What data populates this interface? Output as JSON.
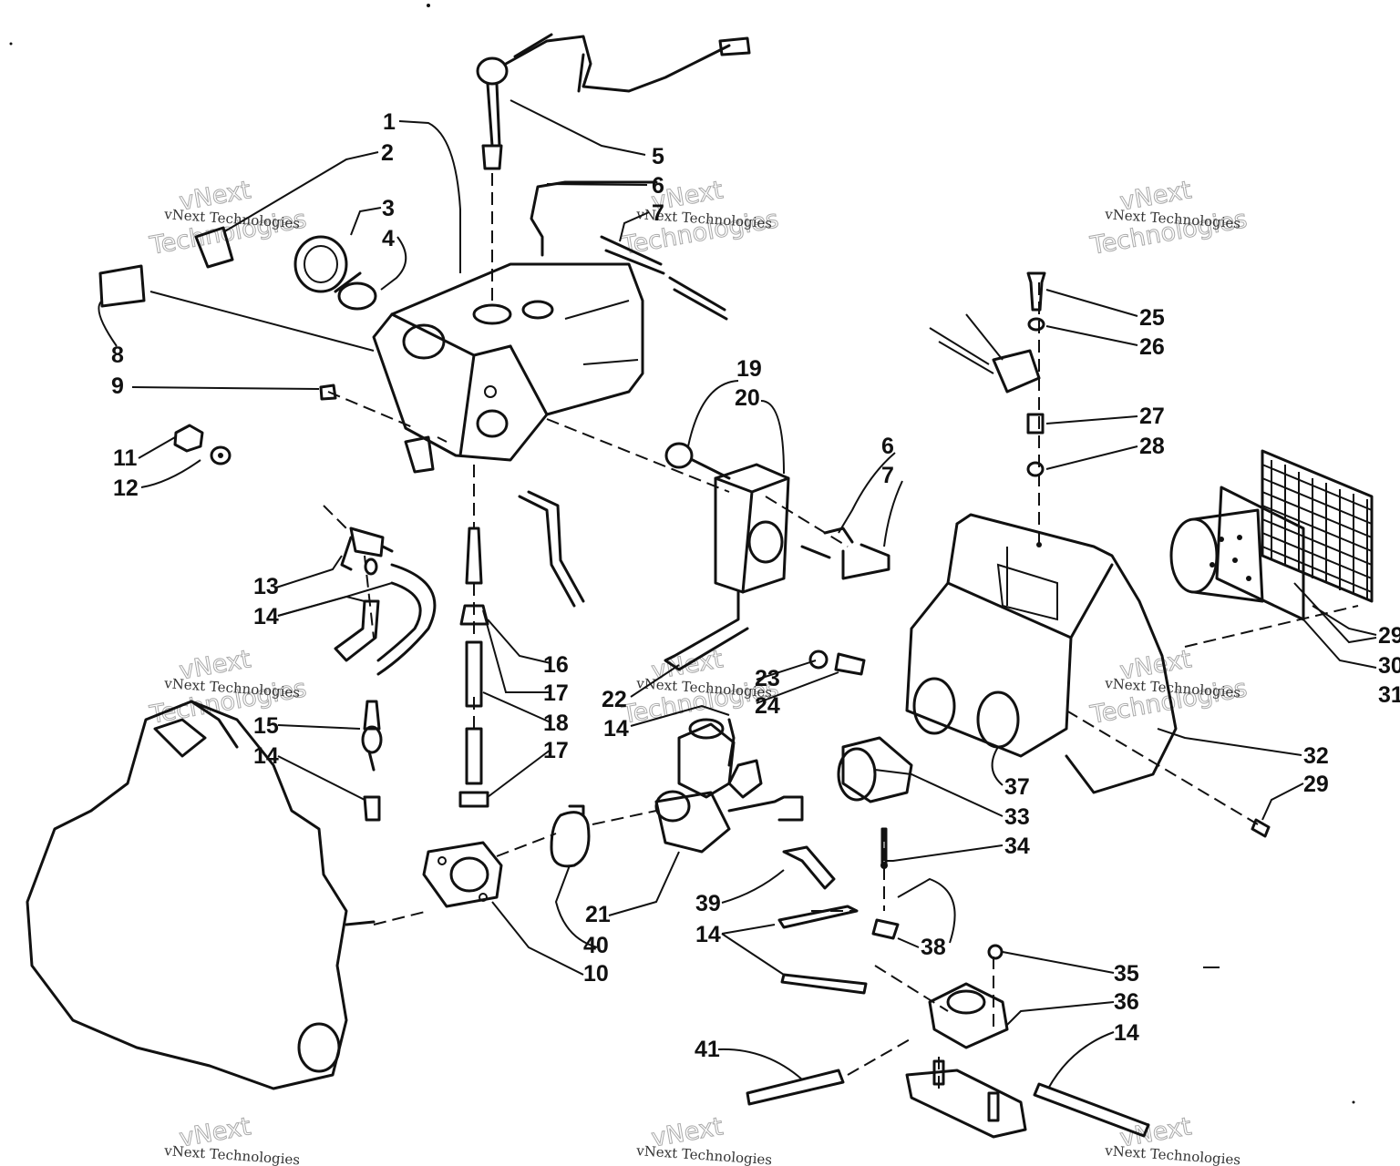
{
  "diagram": {
    "callouts": [
      "1",
      "2",
      "3",
      "4",
      "5",
      "6",
      "7",
      "8",
      "9",
      "10",
      "11",
      "12",
      "13",
      "14",
      "15",
      "16",
      "17",
      "18",
      "19",
      "20",
      "21",
      "22",
      "23",
      "24",
      "25",
      "26",
      "27",
      "28",
      "29",
      "30",
      "31",
      "32",
      "33",
      "34",
      "35",
      "36",
      "37",
      "38",
      "39",
      "40",
      "41"
    ],
    "repeated_callouts": [
      "6",
      "7",
      "14",
      "17",
      "29"
    ]
  },
  "watermark": {
    "line1": "vNext Technologies",
    "line2": "vNext",
    "line3": "Technologies"
  },
  "colors": {
    "ink": "#111111",
    "paper": "#ffffff",
    "watermark": "#aaaaaa"
  }
}
